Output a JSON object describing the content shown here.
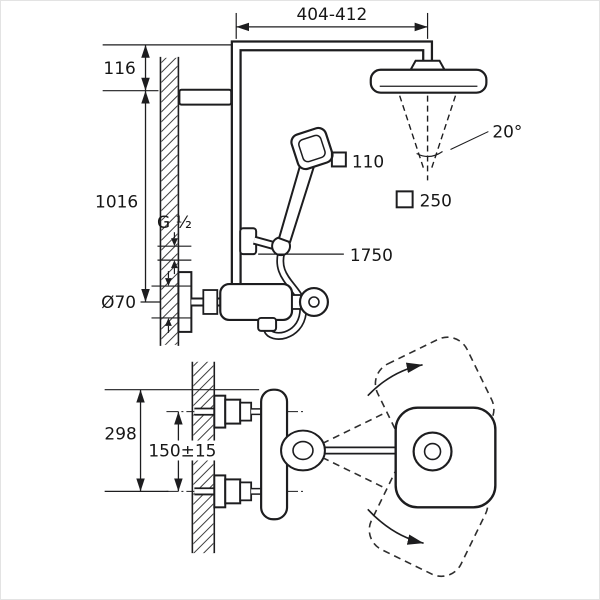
{
  "colors": {
    "line": "#1d1d1f",
    "background": "#ffffff",
    "hatch": "#3f3f3f"
  },
  "labels": {
    "width_range": "404-412",
    "top_offset": "116",
    "rail_height": "1016",
    "thread": "G ¹⁄₂",
    "escutcheon_diameter": "Ø70",
    "hose_length": "1750",
    "tilt_angle": "20°",
    "hand_shower_size": "110",
    "head_shower_size": "250",
    "trim_height": "298",
    "connection_spacing": "150±15"
  }
}
